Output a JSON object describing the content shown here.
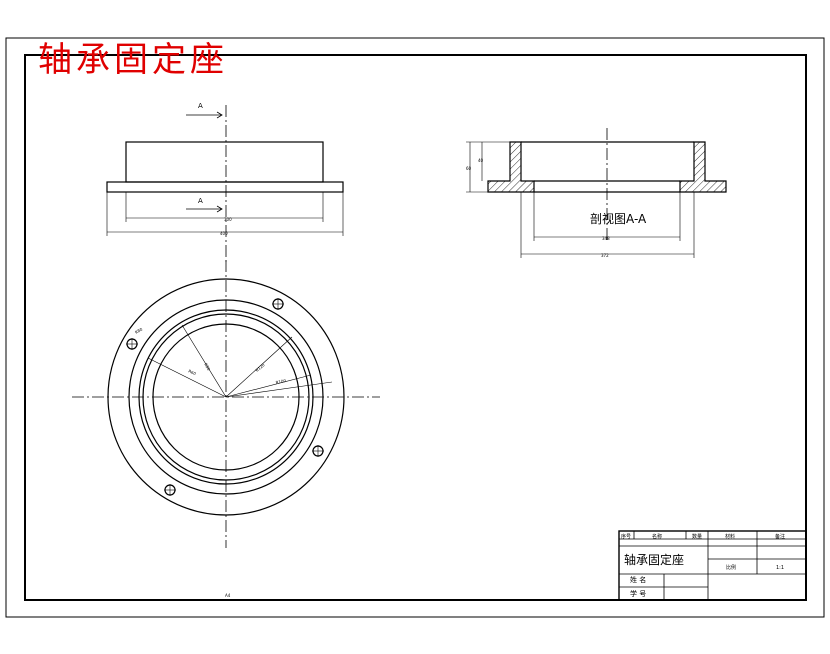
{
  "document": {
    "overlay_title": "轴承固定座"
  },
  "drawing": {
    "section_marker_top": "A",
    "section_marker_bottom": "A",
    "section_view_label": "剖视图A-A",
    "dim_front_inner": "300",
    "dim_front_outer": "400",
    "dim_section_inner": "348",
    "dim_section_outer": "372",
    "dim_section_height_outer": "60",
    "dim_section_height_inner": "40",
    "radius_labels": [
      "R80",
      "R60",
      "R80",
      "R120",
      "R100"
    ],
    "sheet_mark": "A4"
  },
  "title_block": {
    "part_name": "轴承固定座",
    "header_cells": [
      "序号",
      "名称",
      "数量",
      "材料",
      "备注"
    ],
    "scale_label": "比例",
    "scale_value": "1:1",
    "name_label": "姓 名",
    "student_id_label": "学 号"
  }
}
